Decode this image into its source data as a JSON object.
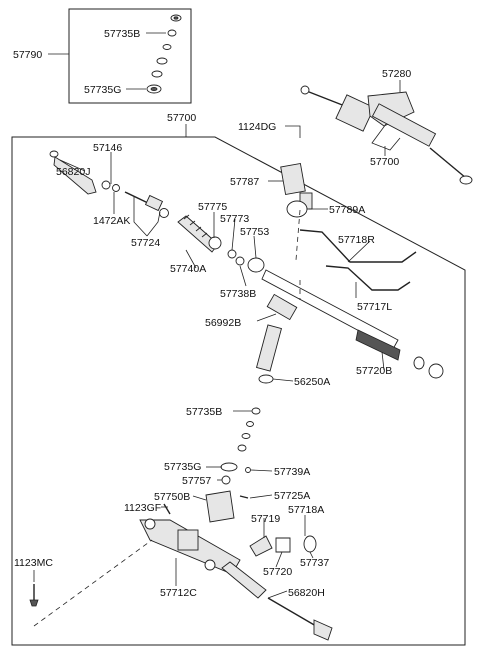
{
  "labels": {
    "p57790": "57790",
    "p57735B_kit": "57735B",
    "p57735G_kit": "57735G",
    "p57280": "57280",
    "p57700_top": "57700",
    "p57700_main": "57700",
    "p1124DG": "1124DG",
    "p57146": "57146",
    "p56820J": "56820J",
    "p1472AK": "1472AK",
    "p57724": "57724",
    "p57775": "57775",
    "p57773": "57773",
    "p57753": "57753",
    "p57740A": "57740A",
    "p57738B": "57738B",
    "p57787": "57787",
    "p57789A": "57789A",
    "p57718R": "57718R",
    "p57717L": "57717L",
    "p56992B": "56992B",
    "p57720B": "57720B",
    "p56250A": "56250A",
    "p57735B": "57735B",
    "p57735G": "57735G",
    "p57739A": "57739A",
    "p57757": "57757",
    "p57750B": "57750B",
    "p57725A": "57725A",
    "p1123GF": "1123GF",
    "p57719": "57719",
    "p57718A": "57718A",
    "p1123MC": "1123MC",
    "p57720": "57720",
    "p57737": "57737",
    "p57712C": "57712C",
    "p56820H": "56820H"
  }
}
